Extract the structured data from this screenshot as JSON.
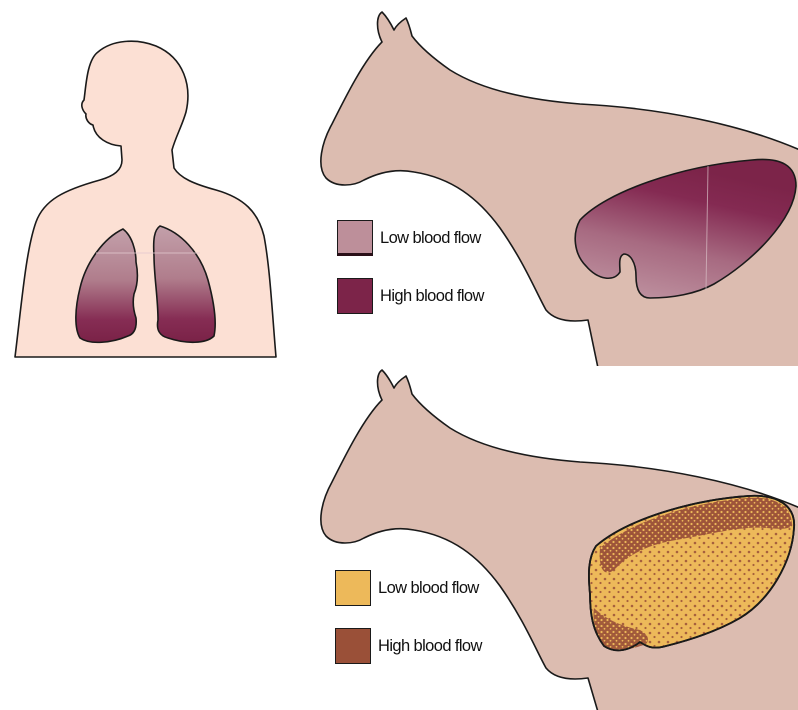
{
  "figure": {
    "legends": [
      {
        "id": "top",
        "items": [
          {
            "label": "Low blood flow",
            "color": "#bd8f9a"
          },
          {
            "label": "High blood flow",
            "color": "#7c2449"
          }
        ]
      },
      {
        "id": "bottom",
        "items": [
          {
            "label": "Low blood flow",
            "color": "#edb95a"
          },
          {
            "label": "High blood flow",
            "color": "#9a5038"
          }
        ]
      }
    ]
  },
  "colors": {
    "skin_human": "#fce0d4",
    "skin_horse": "#dcbcb0",
    "outline": "#1a1a1a",
    "lung_high": "#7c2449",
    "lung_low": "#c198a3",
    "scint_low": "#edb95a",
    "scint_high": "#9a5038"
  }
}
